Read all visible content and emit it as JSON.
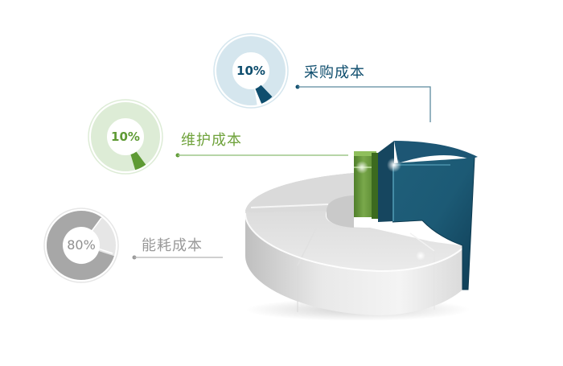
{
  "chart_data": {
    "type": "pie",
    "style": "3d-exploded-donut",
    "title": "",
    "categories": [
      "采购成本",
      "维护成本",
      "能耗成本"
    ],
    "values": [
      10,
      10,
      80
    ],
    "unit": "%",
    "colors": [
      "#1e5470",
      "#6fa23b",
      "#dcdcdc"
    ],
    "legend": "callout-rings-left"
  },
  "items": [
    {
      "label": "采购成本",
      "percent": "10%",
      "value": 10,
      "color": "#0f4e6e",
      "ring_bg": "#d5e6ee",
      "line_color": "#5c8a9e"
    },
    {
      "label": "维护成本",
      "percent": "10%",
      "value": 10,
      "color": "#5e9a34",
      "ring_bg": "#ddecd6",
      "line_color": "#9fc78a"
    },
    {
      "label": "能耗成本",
      "percent": "80%",
      "value": 80,
      "color": "#a7a7a7",
      "ring_bg": "#e6e6e6",
      "line_color": "#b3b3b3"
    }
  ]
}
